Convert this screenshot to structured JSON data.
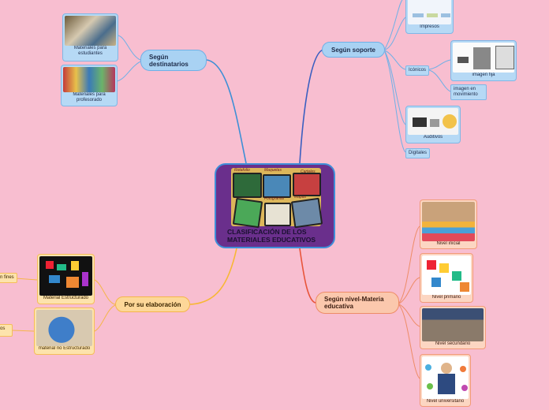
{
  "central": {
    "title": "CLASIFICACIÓN DE LOS MATERIALES EDUCATIVOS",
    "collage_labels": [
      "Rotafolio",
      "Maquetas",
      "Carteles",
      "Mapas",
      "Fotografías"
    ]
  },
  "destinatarios": {
    "label": "Según destinatarios",
    "children": [
      "Materiales para estudiantes",
      "Materiales para profesorado"
    ]
  },
  "soporte": {
    "label": "Según soporte",
    "impresos": "Impresos",
    "iconicos": "Icónicos",
    "imagen_fija": "imagen fija",
    "imagen_movimiento": "imagen en movimiento",
    "auditivos": "Auditivos",
    "digitales": "Digitales"
  },
  "elaboracion": {
    "label": "Por su elaboración",
    "children": [
      "Material Estructurado",
      "material no Estructurado"
    ],
    "offscreen": [
      "n fines",
      "os"
    ]
  },
  "nivel": {
    "label": "Según nivel-Materia educativa",
    "children": [
      "Nivel inicial",
      "Nivel primario",
      "Nivel secundario",
      "Nivel universitario"
    ]
  },
  "colors": {
    "background": "#f8bed0",
    "central": "#6a2f8c",
    "blue": "#a9d2f3",
    "orange": "#fdd798",
    "salmon": "#fbc8ad"
  }
}
